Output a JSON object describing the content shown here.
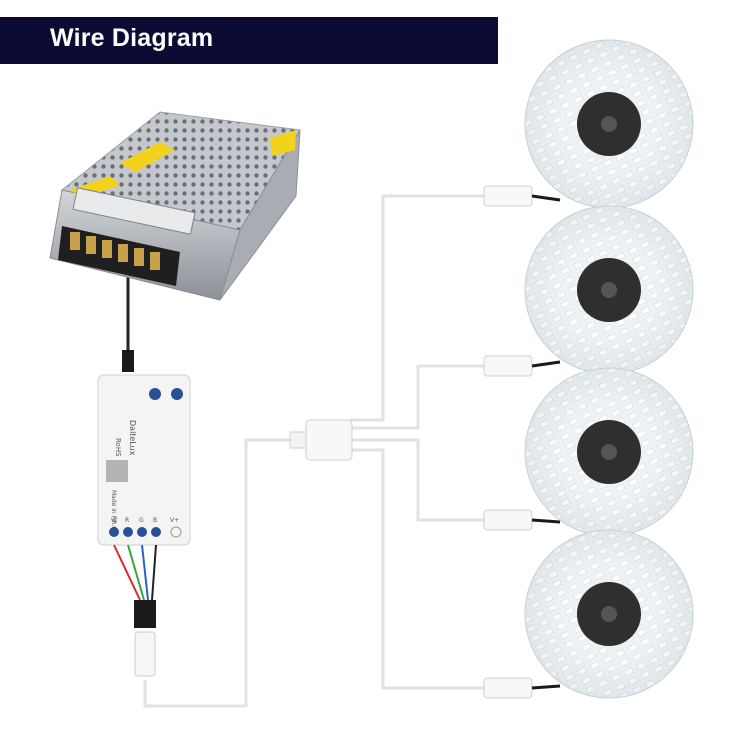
{
  "header": {
    "title": "Wire Diagram"
  },
  "colors": {
    "title_bg": "#0b0b33",
    "title_text": "#ffffff",
    "psu_body": "#b9bcc2",
    "psu_label": "#f2d21a",
    "cable": "#e0e0e0",
    "led_glow": "#eef4f8",
    "reel_hub": "#2f2f2f"
  },
  "components": {
    "power_supply": {
      "icon": "power-supply-icon"
    },
    "controller": {
      "icon": "wifi-led-controller-icon",
      "brand": "DaiteLux",
      "rohs": "RoHS",
      "made_in": "Made in P.R.C.",
      "terminals": [
        "W",
        "R",
        "G",
        "B",
        "V+"
      ]
    },
    "splitter": {
      "icon": "four-way-splitter-icon"
    },
    "led_strips": [
      {
        "icon": "led-strip-reel-icon"
      },
      {
        "icon": "led-strip-reel-icon"
      },
      {
        "icon": "led-strip-reel-icon"
      },
      {
        "icon": "led-strip-reel-icon"
      }
    ]
  }
}
